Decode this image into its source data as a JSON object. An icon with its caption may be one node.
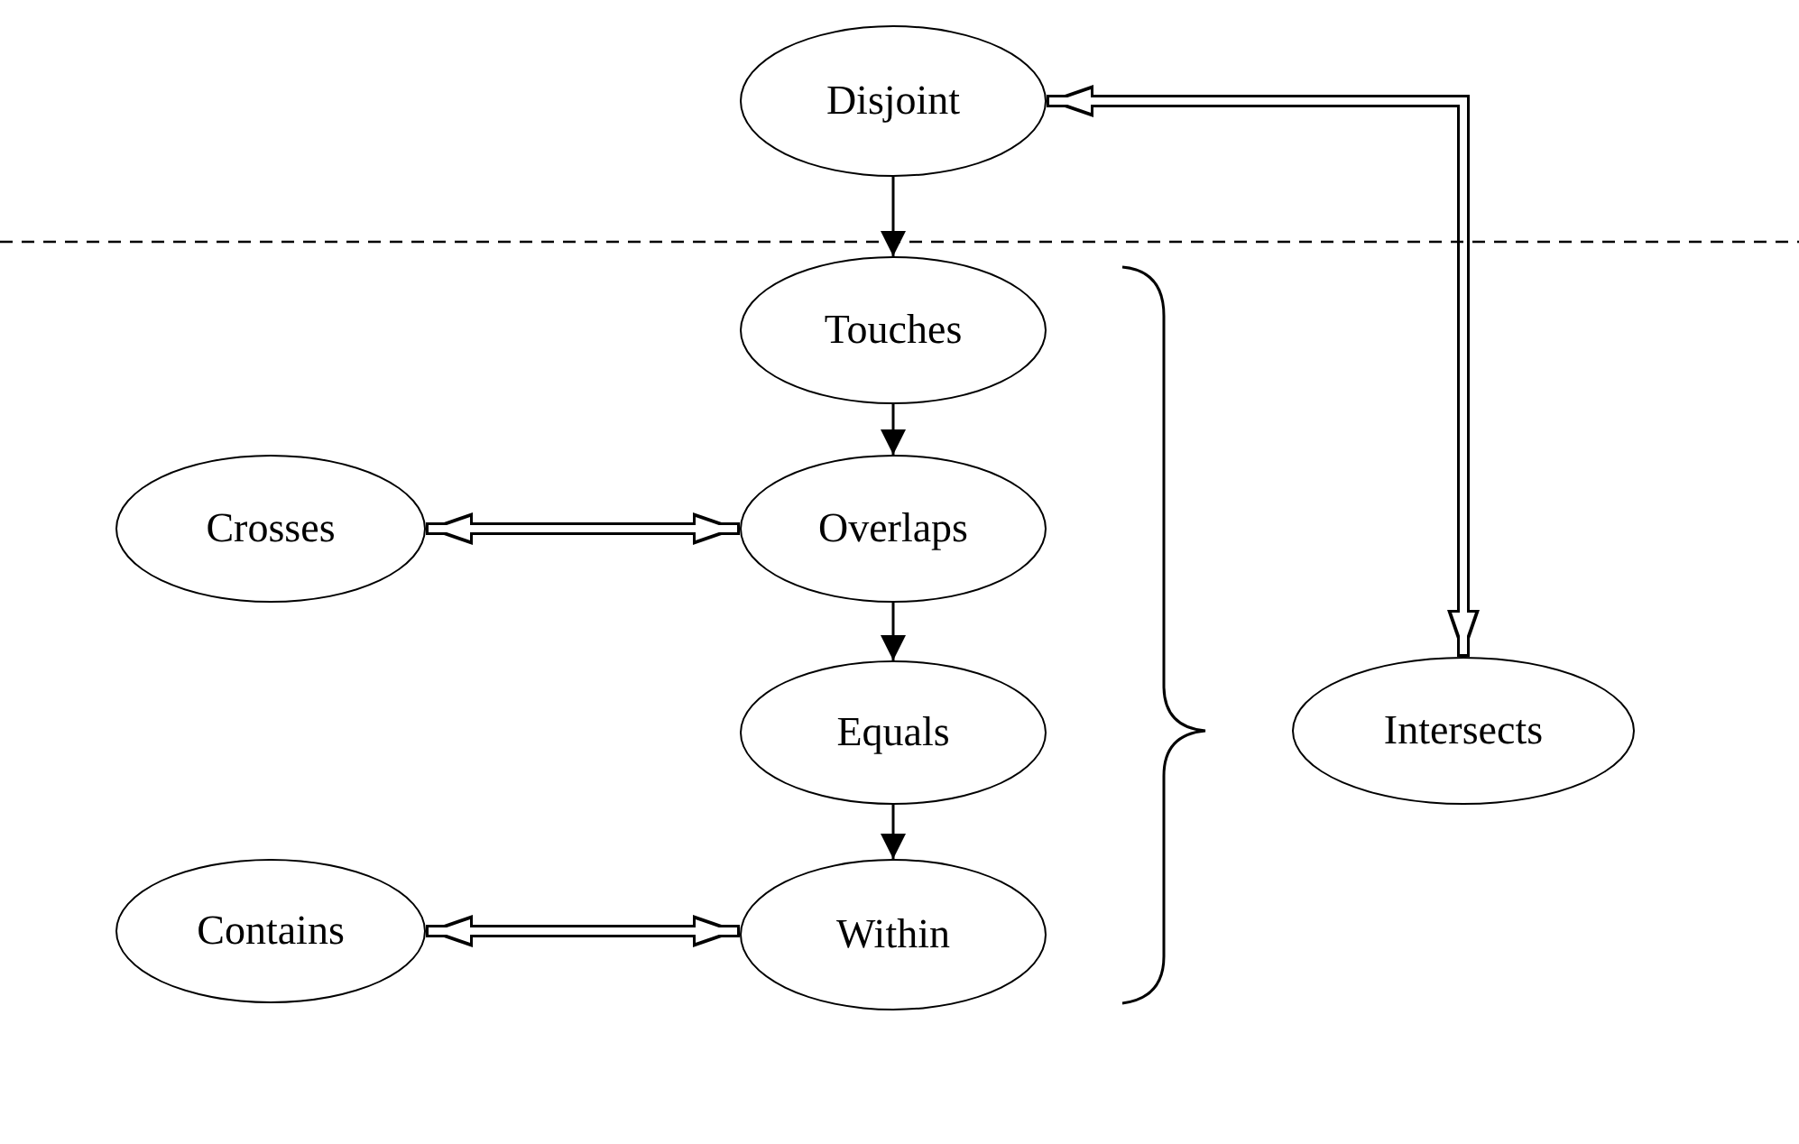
{
  "diagram": {
    "nodes": [
      {
        "text": [
          "Disjoint"
        ]
      },
      {
        "text": [
          "Touches"
        ]
      },
      {
        "text": [
          "Crosses"
        ]
      },
      {
        "text": [
          "Overlaps"
        ]
      },
      {
        "text": [
          "Intersects"
        ]
      },
      {
        "text": [
          "Equals"
        ]
      },
      {
        "text": [
          "Contains"
        ]
      },
      {
        "text": [
          "Within"
        ]
      }
    ],
    "edges": [
      {
        "from": 0,
        "to": 1,
        "arrow": "to"
      },
      {
        "from": 1,
        "to": 3,
        "arrow": "to"
      },
      {
        "from": 3,
        "to": 5,
        "arrow": "to"
      },
      {
        "from": 5,
        "to": 7,
        "arrow": "to"
      },
      {
        "from": 2,
        "to": 3,
        "arrow": "both",
        "style": "thick"
      },
      {
        "from": 6,
        "to": 7,
        "arrow": "both",
        "style": "thick"
      },
      {
        "from": 0,
        "to": 4,
        "arrow": "both",
        "style": "thick"
      }
    ]
  }
}
